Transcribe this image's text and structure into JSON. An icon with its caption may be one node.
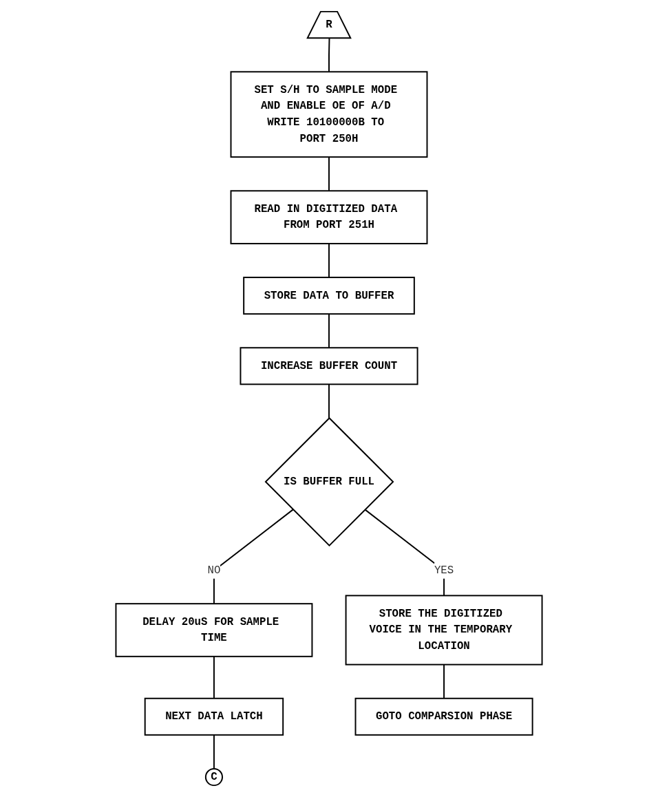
{
  "diagram": {
    "nodes": [
      {
        "text": [
          "R"
        ]
      },
      {
        "text": [
          "SET S/H TO SAMPLE MODE AND ENABLE OE OF A/D WRITE 10100000B TO PORT 250H"
        ]
      },
      {
        "text": [
          "READ IN DIGITIZED DATA FROM PORT 251H"
        ]
      },
      {
        "text": [
          "STORE DATA TO BUFFER"
        ]
      },
      {
        "text": [
          "INCREASE BUFFER COUNT"
        ]
      },
      {
        "text": [
          "IS BUFFER FULL"
        ]
      },
      {
        "text": [
          "DELAY 20uS FOR SAMPLE TIME"
        ]
      },
      {
        "text": [
          "NEXT DATA LATCH"
        ]
      },
      {
        "text": [
          "C"
        ]
      },
      {
        "text": [
          "STORE THE DIGITIZED VOICE IN THE TEMPORARY LOCATION"
        ]
      },
      {
        "text": [
          "GOTO COMPARSION PHASE"
        ]
      }
    ],
    "edges": [
      {
        "from": 0,
        "to": 1,
        "arrow": "none"
      },
      {
        "from": 1,
        "to": 2,
        "arrow": "none"
      },
      {
        "from": 2,
        "to": 3,
        "arrow": "none"
      },
      {
        "from": 3,
        "to": 4,
        "arrow": "none"
      },
      {
        "from": 4,
        "to": 5,
        "arrow": "none"
      },
      {
        "from": 5,
        "to": 6,
        "label": "NO",
        "arrow": "none"
      },
      {
        "from": 6,
        "to": 7,
        "arrow": "none"
      },
      {
        "from": 7,
        "to": 8,
        "arrow": "none"
      },
      {
        "from": 5,
        "to": 9,
        "label": "YES",
        "arrow": "none"
      },
      {
        "from": 9,
        "to": 10,
        "arrow": "none"
      }
    ]
  }
}
